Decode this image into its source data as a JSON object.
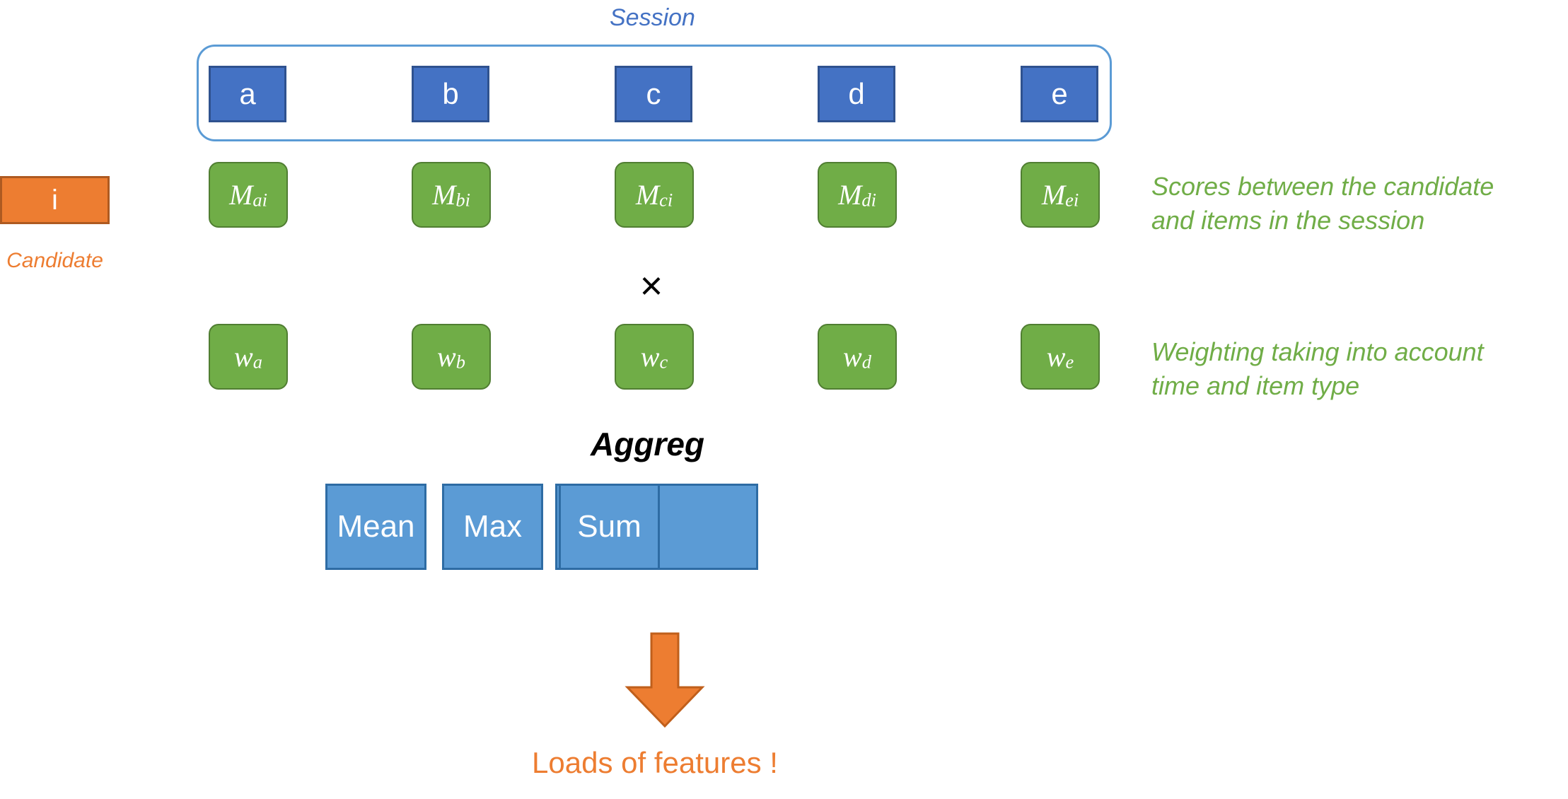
{
  "session": {
    "label": "Session",
    "items": [
      {
        "label": "a"
      },
      {
        "label": "b"
      },
      {
        "label": "c"
      },
      {
        "label": "d"
      },
      {
        "label": "e"
      }
    ],
    "border_color": "#5B9BD5",
    "item_fill": "#4472C4",
    "item_border": "#2F528F",
    "label_color": "#4472C4"
  },
  "candidate": {
    "box_label": "i",
    "caption": "Candidate",
    "fill": "#ED7D31",
    "border": "#AE5A21",
    "caption_color": "#ED7D31"
  },
  "scores": {
    "fill": "#70AD47",
    "border": "#507E32",
    "boxes": [
      {
        "base": "M",
        "sub": "ai"
      },
      {
        "base": "M",
        "sub": "bi"
      },
      {
        "base": "M",
        "sub": "ci"
      },
      {
        "base": "M",
        "sub": "di"
      },
      {
        "base": "M",
        "sub": "ei"
      }
    ],
    "note_line1": "Scores between the candidate",
    "note_line2": "and items in the session",
    "note_color": "#70AD47"
  },
  "operator": {
    "multiply_symbol": "×"
  },
  "weights": {
    "fill": "#70AD47",
    "border": "#507E32",
    "boxes": [
      {
        "base": "w",
        "sub": "a"
      },
      {
        "base": "w",
        "sub": "b"
      },
      {
        "base": "w",
        "sub": "c"
      },
      {
        "base": "w",
        "sub": "d"
      },
      {
        "base": "w",
        "sub": "e"
      }
    ],
    "note_line1": "Weighting taking into account",
    "note_line2": "time and item type",
    "note_color": "#70AD47"
  },
  "aggregation": {
    "label": "Aggreg",
    "fill": "#5B9BD5",
    "border": "#2E6CA4",
    "options": [
      {
        "label": "Mean"
      },
      {
        "label": "Max"
      },
      {
        "label": "Sum"
      }
    ]
  },
  "output": {
    "arrow_color": "#ED7D31",
    "arrow_border": "#C05F1B",
    "text": "Loads of features !",
    "text_color": "#ED7D31"
  }
}
